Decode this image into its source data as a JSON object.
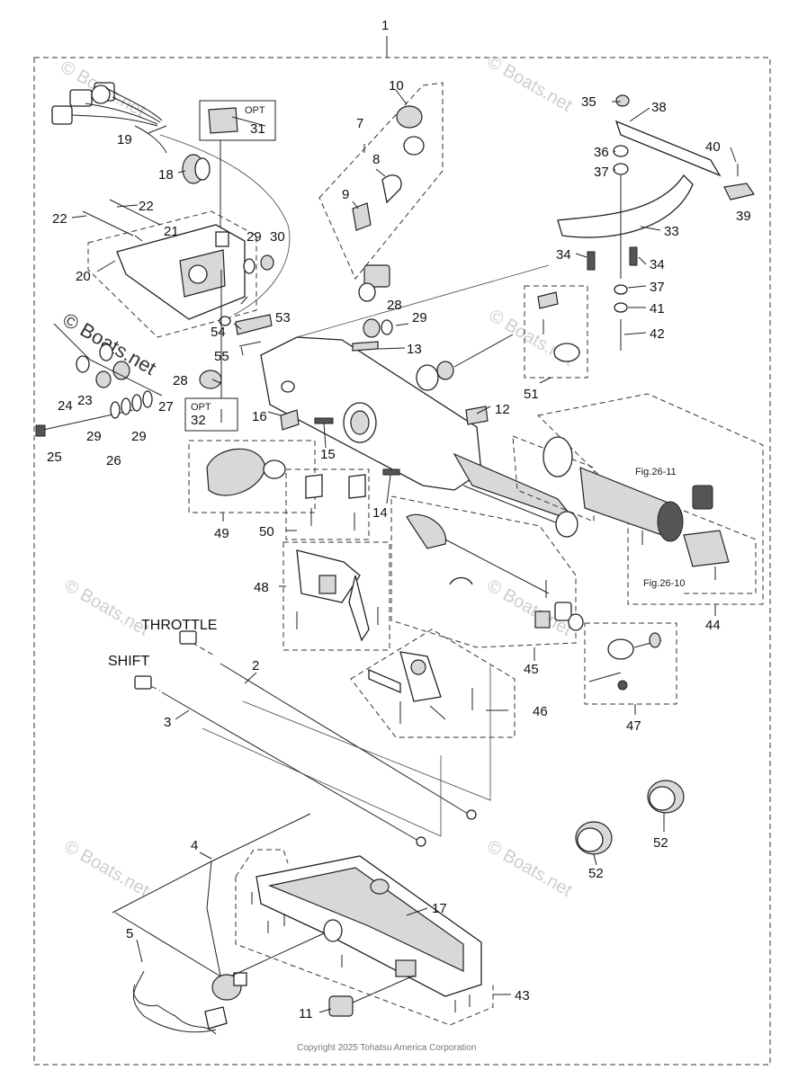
{
  "assembly_number": "1",
  "callouts": [
    {
      "id": "c2",
      "text": "2"
    },
    {
      "id": "c3",
      "text": "3"
    },
    {
      "id": "c4",
      "text": "4"
    },
    {
      "id": "c5",
      "text": "5"
    },
    {
      "id": "c7",
      "text": "7"
    },
    {
      "id": "c8",
      "text": "8"
    },
    {
      "id": "c9",
      "text": "9"
    },
    {
      "id": "c10",
      "text": "10"
    },
    {
      "id": "c11",
      "text": "11"
    },
    {
      "id": "c12",
      "text": "12"
    },
    {
      "id": "c13",
      "text": "13"
    },
    {
      "id": "c14",
      "text": "14"
    },
    {
      "id": "c15",
      "text": "15"
    },
    {
      "id": "c16",
      "text": "16"
    },
    {
      "id": "c17",
      "text": "17"
    },
    {
      "id": "c18",
      "text": "18"
    },
    {
      "id": "c19",
      "text": "19"
    },
    {
      "id": "c20",
      "text": "20"
    },
    {
      "id": "c21",
      "text": "21"
    },
    {
      "id": "c22a",
      "text": "22"
    },
    {
      "id": "c22b",
      "text": "22"
    },
    {
      "id": "c23",
      "text": "23"
    },
    {
      "id": "c24",
      "text": "24"
    },
    {
      "id": "c25",
      "text": "25"
    },
    {
      "id": "c26",
      "text": "26"
    },
    {
      "id": "c27",
      "text": "27"
    },
    {
      "id": "c28a",
      "text": "28"
    },
    {
      "id": "c28b",
      "text": "28"
    },
    {
      "id": "c29a",
      "text": "29"
    },
    {
      "id": "c29b",
      "text": "29"
    },
    {
      "id": "c29c",
      "text": "29"
    },
    {
      "id": "c29d",
      "text": "29"
    },
    {
      "id": "c30",
      "text": "30"
    },
    {
      "id": "c31",
      "text": "31"
    },
    {
      "id": "c32",
      "text": "32"
    },
    {
      "id": "c33",
      "text": "33"
    },
    {
      "id": "c34a",
      "text": "34"
    },
    {
      "id": "c34b",
      "text": "34"
    },
    {
      "id": "c35",
      "text": "35"
    },
    {
      "id": "c36",
      "text": "36"
    },
    {
      "id": "c37a",
      "text": "37"
    },
    {
      "id": "c37b",
      "text": "37"
    },
    {
      "id": "c38",
      "text": "38"
    },
    {
      "id": "c39",
      "text": "39"
    },
    {
      "id": "c40",
      "text": "40"
    },
    {
      "id": "c41",
      "text": "41"
    },
    {
      "id": "c42",
      "text": "42"
    },
    {
      "id": "c43",
      "text": "43"
    },
    {
      "id": "c44",
      "text": "44"
    },
    {
      "id": "c45",
      "text": "45"
    },
    {
      "id": "c46",
      "text": "46"
    },
    {
      "id": "c47",
      "text": "47"
    },
    {
      "id": "c48",
      "text": "48"
    },
    {
      "id": "c49",
      "text": "49"
    },
    {
      "id": "c50",
      "text": "50"
    },
    {
      "id": "c51",
      "text": "51"
    },
    {
      "id": "c52a",
      "text": "52"
    },
    {
      "id": "c52b",
      "text": "52"
    },
    {
      "id": "c53",
      "text": "53"
    },
    {
      "id": "c54",
      "text": "54"
    },
    {
      "id": "c55",
      "text": "55"
    }
  ],
  "labels": {
    "throttle": "THROTTLE",
    "shift": "SHIFT",
    "opt": "OPT",
    "fig_26_11": "Fig.26-11",
    "fig_26_10": "Fig.26-10"
  },
  "watermarks": {
    "main": "© Boats.net",
    "faint": "© Boats.net"
  },
  "copyright": "Copyright 2025 Tohatsu America Corporation"
}
